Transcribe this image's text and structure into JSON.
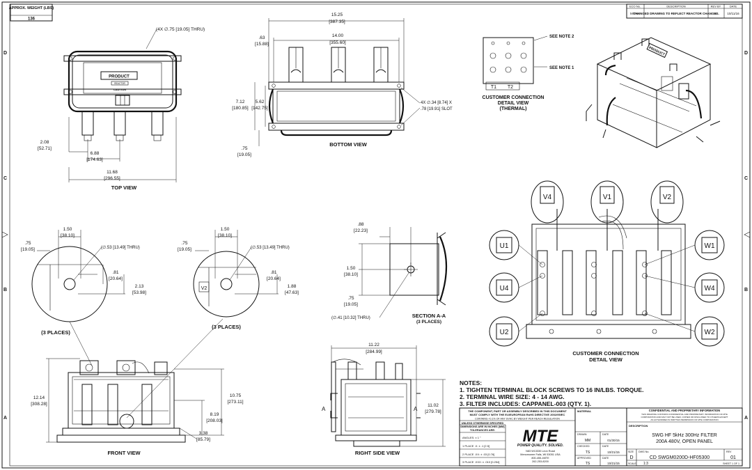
{
  "weight_box": {
    "label": "APPROX. WEIGHT (LBS)",
    "value": "136"
  },
  "revision_block": {
    "headers": [
      "ECO No.",
      "DESCRIPTION",
      "REV BY",
      "DATE"
    ],
    "row": {
      "eco": "M7F64",
      "description": "CHANGED DRAWING TO REFLECT REACTOR CHANGES.",
      "by": "SL",
      "date": "10/11/16"
    }
  },
  "zones": {
    "rows": [
      "D",
      "C",
      "B",
      "A"
    ]
  },
  "views": {
    "top": "TOP VIEW",
    "bottom": "BOTTOM VIEW",
    "front": "FRONT VIEW",
    "right_side": "RIGHT SIDE VIEW",
    "section": "SECTION A-A",
    "section_sub": "(3 PLACES)",
    "thermal_1": "CUSTOMER CONNECTION",
    "thermal_2": "DETAIL VIEW",
    "thermal_3": "(THERMAL)",
    "conn_1": "CUSTOMER CONNECTION",
    "conn_2": "DETAIL VIEW"
  },
  "labels": {
    "product": "PRODUCT",
    "reactor": "REACTOR",
    "caution": "CAUTION",
    "see_note_2": "SEE NOTE 2",
    "see_note_1": "SEE NOTE 1",
    "t1": "T1",
    "t2": "T2",
    "three_places": "(3 PLACES)",
    "a_marker": "A",
    "v2_small": "V2"
  },
  "dimensions": {
    "holes_top": "(4X ∅.75 [19.05] THRU)",
    "d_1525": "15.25",
    "d_1525m": "[387.35]",
    "d_063": ".63",
    "d_063m": "[15.88]",
    "d_1400": "14.00",
    "d_1400m": "[355.60]",
    "d_712": "7.12",
    "d_712m": "[180.85]",
    "d_562": "5.62",
    "d_562m": "[142.75]",
    "slot_1": "4X ∅.34 [8.74] X",
    "slot_2": ".78 [19.91] SLOT",
    "d_075b": ".75",
    "d_075bm": "[19.05]",
    "d_208": "2.08",
    "d_208m": "[52.71]",
    "d_688": "6.88",
    "d_688m": "[174.63]",
    "d_1168": "11.68",
    "d_1168m": "[296.55]",
    "d_150": "1.50",
    "d_150m": "[38.10]",
    "d_075": ".75",
    "d_075m": "[19.05]",
    "hole_053": "(∅.53 [13.49] THRU)",
    "d_081": ".81",
    "d_081m": "[20.64]",
    "d_213": "2.13",
    "d_213m": "[53.98]",
    "d_188": "1.88",
    "d_188m": "[47.63]",
    "d_088": ".88",
    "d_088m": "[22.23]",
    "hole_041": "(∅.41 [10.32] THRU)",
    "d_1122": "11.22",
    "d_1122m": "[284.99]",
    "d_1102": "11.02",
    "d_1102m": "[279.78]",
    "d_1214": "12.14",
    "d_1214m": "[308.28]",
    "d_1075": "10.75",
    "d_1075m": "[273.11]",
    "d_819": "8.19",
    "d_819m": "[208.03]",
    "d_338": "3.38",
    "d_338m": "[85.79]"
  },
  "terminals": {
    "top": [
      "V4",
      "V1",
      "V2"
    ],
    "left": [
      "U1",
      "U4",
      "U2"
    ],
    "right": [
      "W1",
      "W4",
      "W2"
    ]
  },
  "notes": {
    "title": "NOTES:",
    "items": [
      "1.  TIGHTEN TERMINAL BLOCK SCREWS TO 16 IN/LBS. TORQUE.",
      "2.  TERMINAL WIRE SIZE: 4 - 14 AWG.",
      "3.  FILTER INCLUDES: CAPPANEL-003 (QTY. 1)."
    ]
  },
  "title_block": {
    "compliance_1": "THE COMPONENT, PART OR ASSEMBLY DESCRIBED IN THIS DOCUMENT",
    "compliance_2": "MUST COMPLY WITH THE EU/EUROPEAN RoHS DIRECTIVE 2002/95/EC",
    "contains": "CONTAINS <0.1% OF ANY SVHC BY WEIGHT PER REACH REGULATION",
    "tol_1": "UNLESS OTHERWISE SPECIFIED",
    "tol_2": "DIMENSIONS ARE IN INCHES [MM]",
    "tol_3": "TOLERANCES ARE:",
    "angles": "ANGLES: ± 1 °",
    "place1": "1 PLACE .X:  ± .1 [2.5]",
    "place2": "2 PLACE .XX: ± .03 [0.76]",
    "place3": "3 PLACE .XXX: ± .010 [0.254]",
    "material": "MATERIAL",
    "logo": "MTE",
    "tagline": "POWER QUALITY. SOLVED.",
    "address_1": "N83 W13330 Leon Road",
    "address_2": "Menomonee Falls, WI 53051 USA",
    "phone_1": "800-455-4MTE",
    "phone_2": "262-253-8200",
    "drawn_l": "DRAWN",
    "drawn": "MM",
    "drawn_date": "01/30/15",
    "checked_l": "CHECKED",
    "checked": "TS",
    "checked_date": "10/21/15",
    "approved_l": "APPROVED",
    "approved": "TS",
    "approved_date": "10/21/15",
    "date_l": "DATE",
    "conf_1": "CONFIDENTIAL AND PROPRIETARY INFORMATION",
    "conf_2": "THIS DRAWING CONTAINS CONFIDENTIAL AND PROPRIETARY INFORMATION OF MTE",
    "conf_3": "CORPORATION AND MAY NOT BE USED, COPIED OR DISCLOSED TO OTHERS EXCEPT",
    "conf_4": "AS AUTHORIZED IN WRITTEN PERMISSION OF MTE CORPORATION",
    "description_l": "DESCRIPTION",
    "desc_1": "SWG HF 5kHz 300Hz FILTER",
    "desc_2": "200A 480V, OPEN PANEL",
    "size_l": "SIZE",
    "size": "D",
    "dwg_l": "DWG No.",
    "dwg": "CD SWGM0200D-HF05300",
    "rev_l": "REV",
    "rev": "01",
    "scale_l": "SCALE",
    "scale": "1:3",
    "sheet": "SHEET 1 OF 1"
  }
}
